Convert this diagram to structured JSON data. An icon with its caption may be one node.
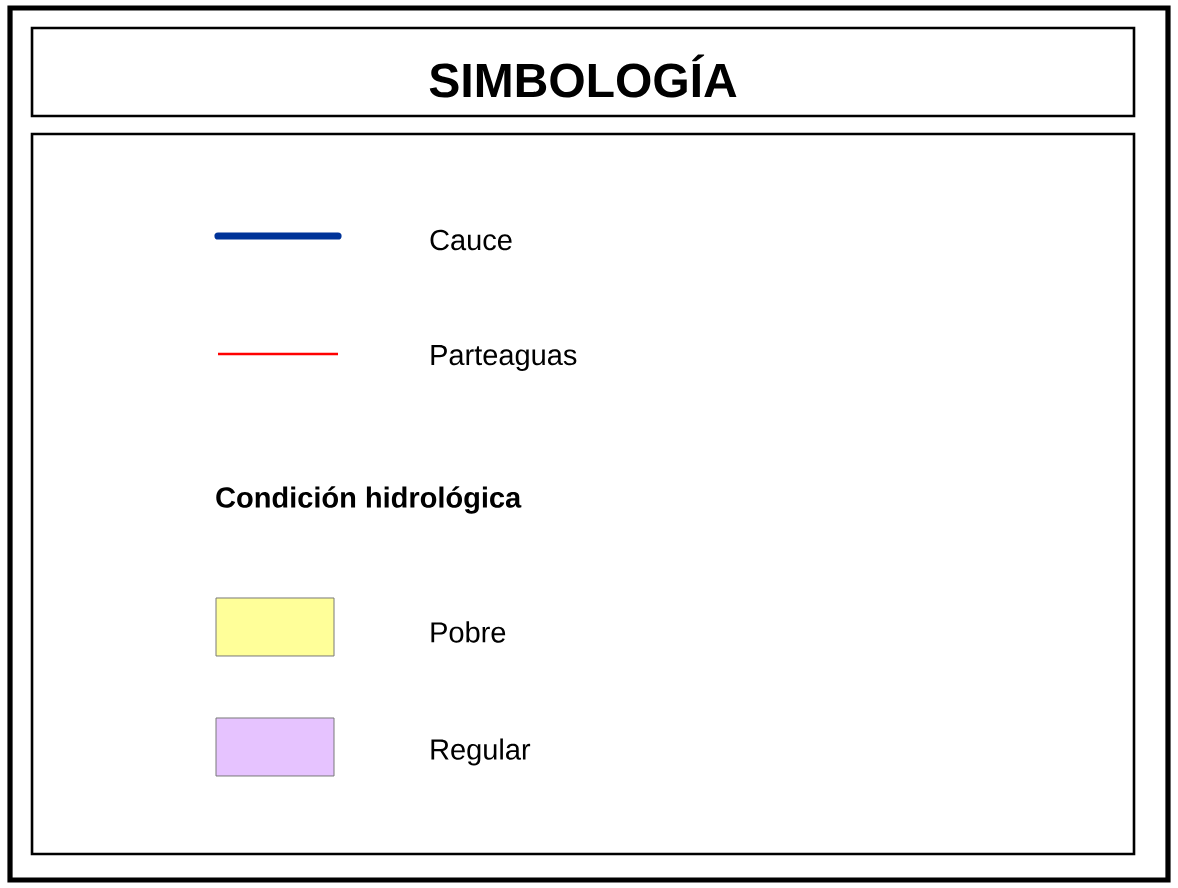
{
  "diagram": {
    "title": "SIMBOLOGÍA",
    "labels": [
      "Condición hidrológica"
    ],
    "legend": [
      {
        "text": "Cauce"
      },
      {
        "text": "Parteaguas"
      },
      {
        "text": "Pobre",
        "color": "#ffff99"
      },
      {
        "text": "Regular",
        "color": "#e6c3ff"
      }
    ]
  }
}
